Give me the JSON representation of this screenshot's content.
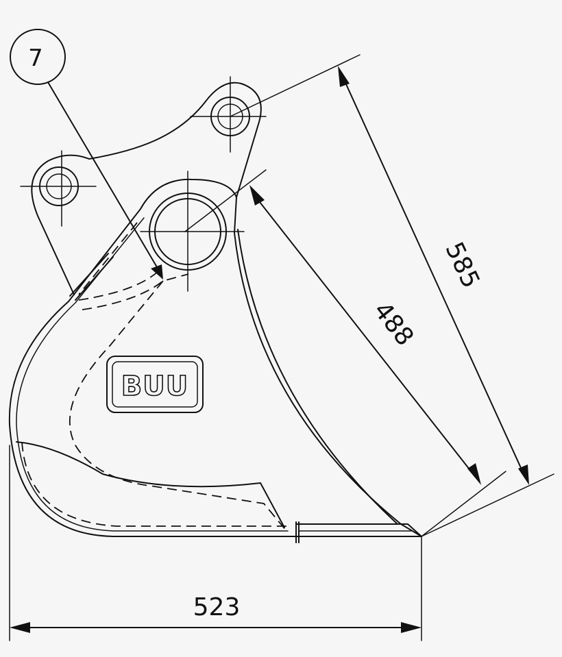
{
  "callout": {
    "label": "7"
  },
  "dimensions": {
    "width_label": "523",
    "inner_height_label": "488",
    "outer_height_label": "585"
  },
  "logo": {
    "text": "BUU"
  }
}
